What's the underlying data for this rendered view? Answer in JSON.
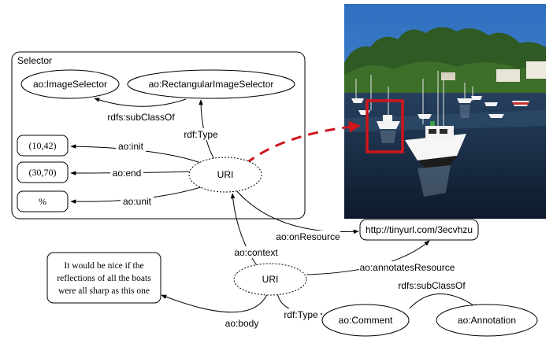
{
  "selector_box": {
    "title": "Selector"
  },
  "nodes": {
    "image_selector": "ao:ImageSelector",
    "rect_image_selector": "ao:RectangularImageSelector",
    "init_value": "(10,42)",
    "end_value": "(30,70)",
    "unit_value": "%",
    "uri_selector": "URI",
    "uri_annotation": "URI",
    "resource_url": "http://tinyurl.com/3ecvhzu",
    "comment_body": [
      "It would be nice if the",
      "reflections of all the boats",
      "were all sharp as this one"
    ],
    "comment_class": "ao:Comment",
    "annotation_class": "ao:Annotation"
  },
  "edges": {
    "subclass_selector": "rdfs:subClassOf",
    "rdf_type_selector": "rdf:Type",
    "init": "ao:init",
    "end": "ao:end",
    "unit": "ao:unit",
    "on_resource": "ao:onResource",
    "context": "ao:context",
    "annotates_resource": "ao:annotatesResource",
    "subclass_comment": "rdfs:subClassOf",
    "rdf_type_annotation": "rdf:Type",
    "body": "ao:body"
  },
  "colors": {
    "highlight_box": "#d0151b",
    "dashed_link": "#d0151b",
    "edge": "#000000"
  }
}
